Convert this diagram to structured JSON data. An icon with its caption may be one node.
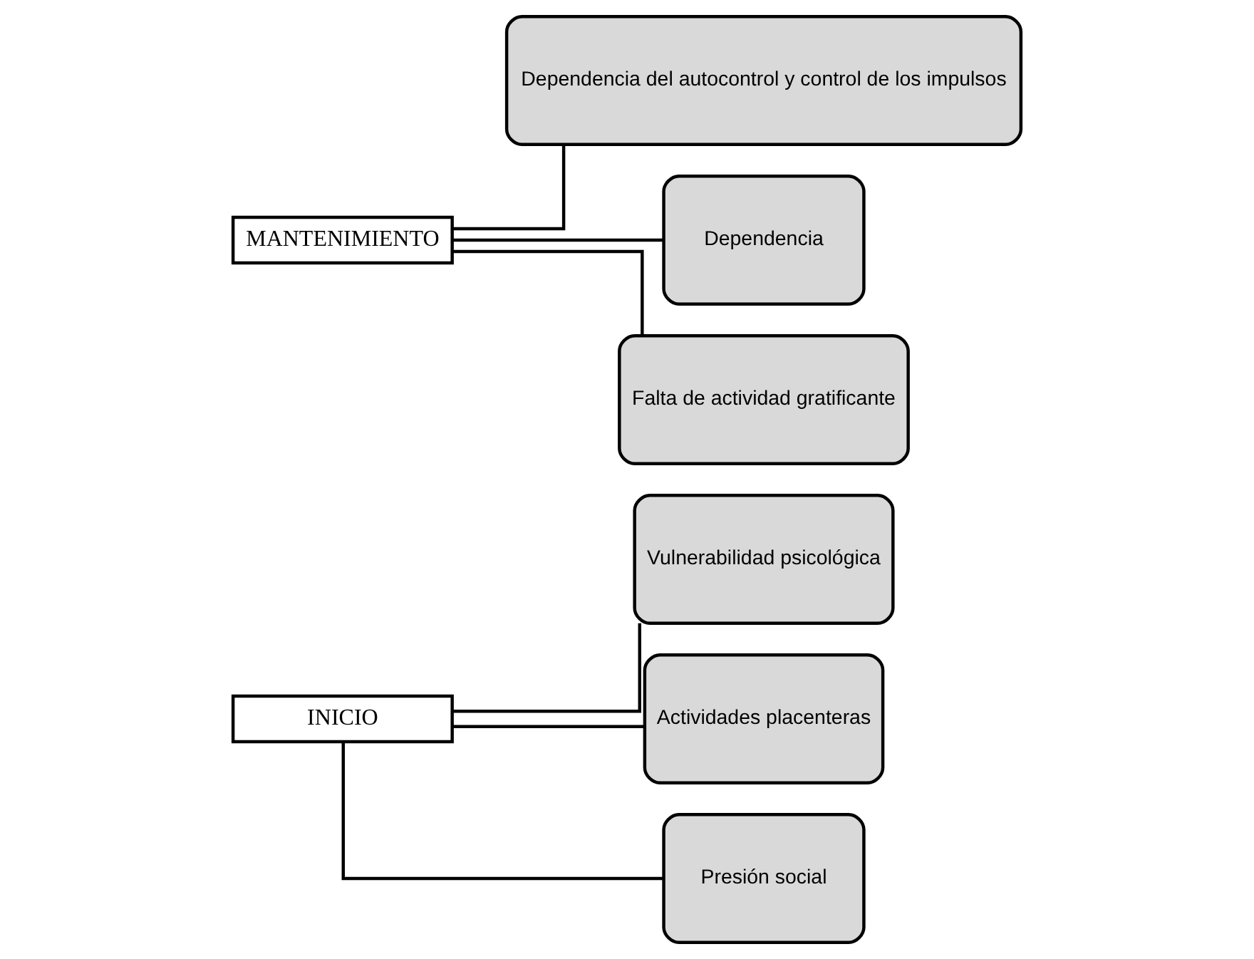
{
  "diagram": {
    "nodes": [
      {
        "text": [
          "INICIO"
        ]
      },
      {
        "text": [
          "Vulnerabilidad psicológica"
        ]
      },
      {
        "text": [
          "Actividades placenteras"
        ]
      },
      {
        "text": [
          "Presión social"
        ]
      },
      {
        "text": [
          "MANTENIMIENTO"
        ]
      },
      {
        "text": [
          "Dependencia del autocontrol y control de los impulsos"
        ]
      },
      {
        "text": [
          "Dependencia"
        ]
      },
      {
        "text": [
          "Falta de actividad gratificante"
        ]
      }
    ],
    "edges": [
      {
        "from": 0,
        "to": 1,
        "arrow": "none"
      },
      {
        "from": 0,
        "to": 2,
        "arrow": "none"
      },
      {
        "from": 0,
        "to": 3,
        "arrow": "none"
      },
      {
        "from": 4,
        "to": 5,
        "arrow": "none"
      },
      {
        "from": 4,
        "to": 6,
        "arrow": "none"
      },
      {
        "from": 4,
        "to": 7,
        "arrow": "none"
      }
    ]
  }
}
